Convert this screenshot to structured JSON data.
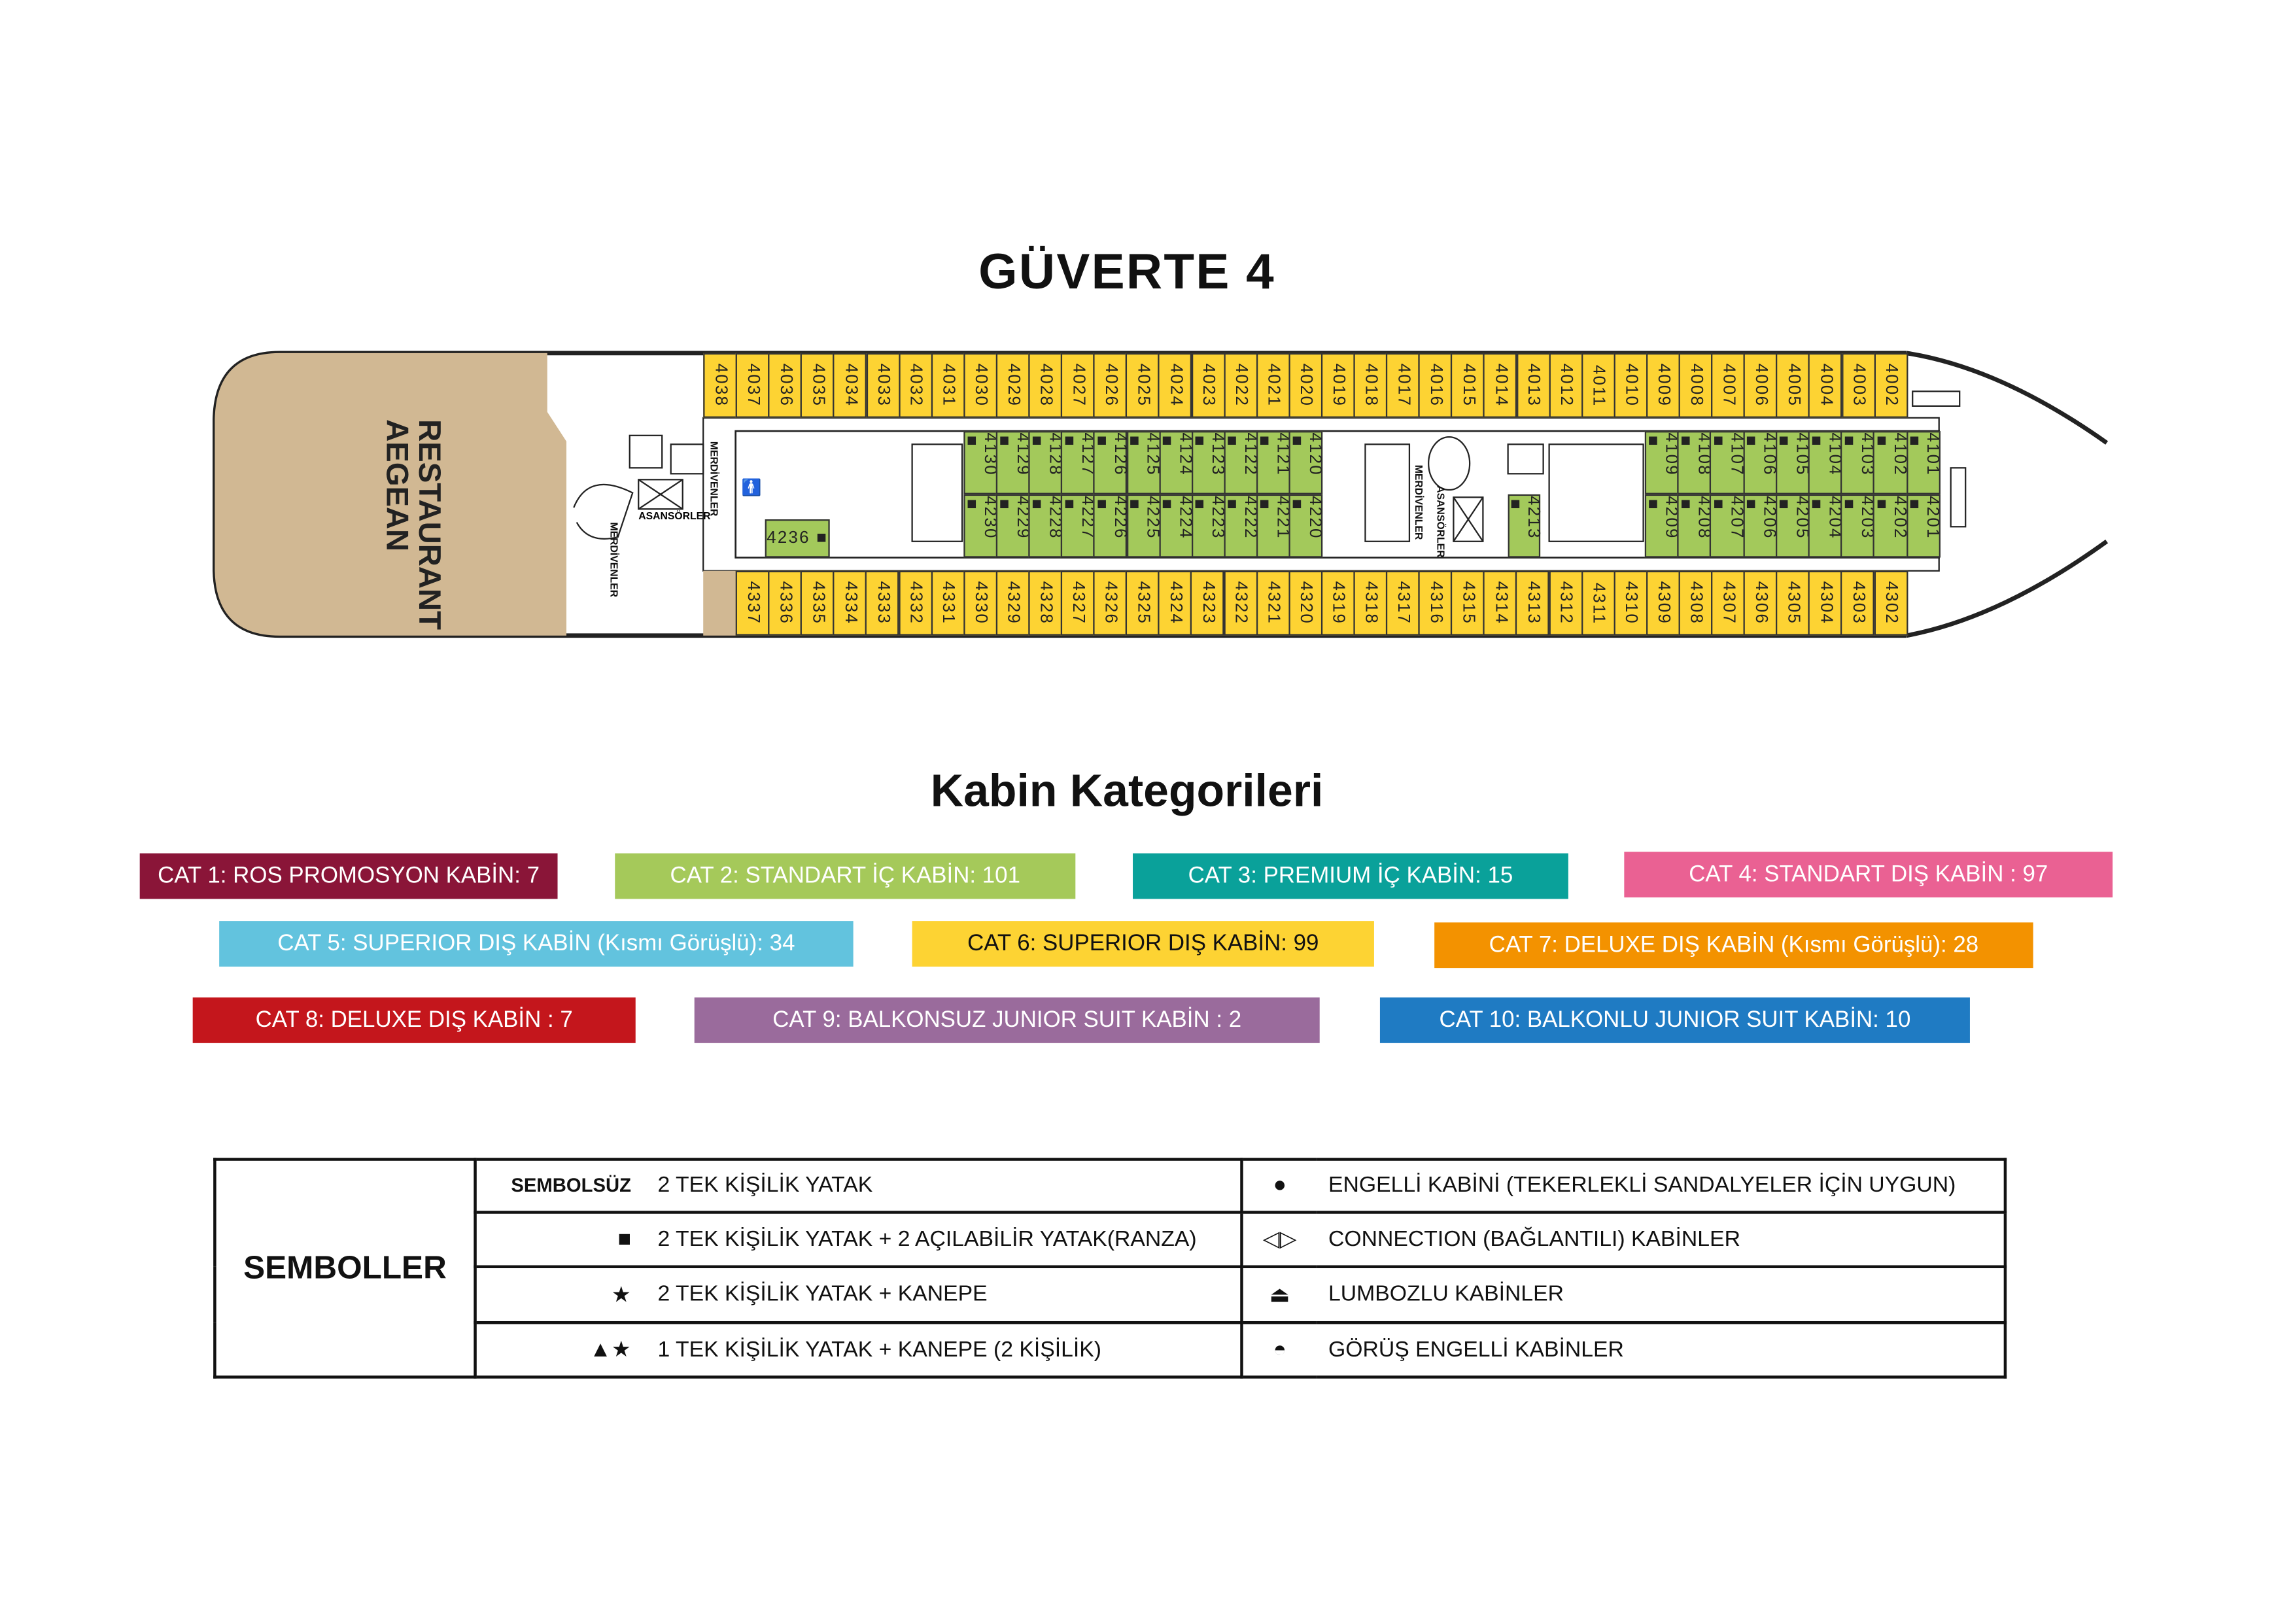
{
  "deck_title": "GÜVERTE 4",
  "restaurant": {
    "line1": "AEGEAN",
    "line2": "RESTAURANT"
  },
  "labels": {
    "stairs": "MERDİVENLER",
    "elevators": "ASANSÖRLER"
  },
  "cabins": {
    "top_row": [
      "4038",
      "4037",
      "4036",
      "4035",
      "4034",
      "4033",
      "4032",
      "4031",
      "4030",
      "4029",
      "4028",
      "4027",
      "4026",
      "4025",
      "4024",
      "4023",
      "4022",
      "4021",
      "4020",
      "4019",
      "4018",
      "4017",
      "4016",
      "4015",
      "4014",
      "4013",
      "4012",
      "4011",
      "4010",
      "4009",
      "4008",
      "4007",
      "4006",
      "4005",
      "4004",
      "4003",
      "4002"
    ],
    "bottom_row": [
      "4337",
      "4336",
      "4335",
      "4334",
      "4333",
      "4332",
      "4331",
      "4330",
      "4329",
      "4328",
      "4327",
      "4326",
      "4325",
      "4324",
      "4323",
      "4322",
      "4321",
      "4320",
      "4319",
      "4318",
      "4317",
      "4316",
      "4315",
      "4314",
      "4313",
      "4312",
      "4311",
      "4310",
      "4309",
      "4308",
      "4307",
      "4306",
      "4305",
      "4304",
      "4303",
      "4302"
    ],
    "mid_aft_top": [
      "4130 ■",
      "4129 ■",
      "4128 ■",
      "4127 ■",
      "4126 ■",
      "4125 ■",
      "4124 ■",
      "4123 ■",
      "4122 ■",
      "4121 ■",
      "4120 ■"
    ],
    "mid_aft_bottom": [
      "4230 ■",
      "4229 ■",
      "4228 ■",
      "4227 ■",
      "4226 ■",
      "4225 ■",
      "4224 ■",
      "4223 ■",
      "4222 ■",
      "4221 ■",
      "4220 ■"
    ],
    "mid_fwd_top": [
      "4109 ■",
      "4108 ■",
      "4107 ■",
      "4106 ■",
      "4105 ■",
      "4104 ■",
      "4103 ■",
      "4102 ■",
      "4101 ■"
    ],
    "mid_fwd_bottom": [
      "4209 ■",
      "4208 ■",
      "4207 ■",
      "4206 ■",
      "4205 ■",
      "4204 ■",
      "4203 ■",
      "4202 ■",
      "4201 ■"
    ],
    "single_4213": "4213 ■",
    "single_4236": "4236 ■"
  },
  "categories_title": "Kabin Kategorileri",
  "categories": [
    {
      "label": "CAT 1: ROS PROMOSYON KABİN: 7",
      "color": "#8a1538"
    },
    {
      "label": "CAT 2: STANDART İÇ KABİN: 101",
      "color": "#a5c95a"
    },
    {
      "label": "CAT 3: PREMIUM İÇ KABİN: 15",
      "color": "#0aa19a"
    },
    {
      "label": "CAT 4: STANDART DIŞ KABİN : 97",
      "color": "#ea6193"
    },
    {
      "label": "CAT 5: SUPERIOR DIŞ KABİN (Kısmı Görüşlü): 34",
      "color": "#62c3de"
    },
    {
      "label": "CAT 6: SUPERIOR DIŞ KABİN: 99",
      "color": "#fdd333"
    },
    {
      "label": "CAT 7: DELUXE DIŞ KABİN (Kısmı Görüşlü): 28",
      "color": "#f39200"
    },
    {
      "label": "CAT 8: DELUXE DIŞ KABİN : 7",
      "color": "#c4161c"
    },
    {
      "label": "CAT 9: BALKONSUZ JUNIOR SUIT KABİN : 2",
      "color": "#9a6b9c"
    },
    {
      "label": "CAT 10: BALKONLU JUNIOR SUIT KABİN: 10",
      "color": "#1f7bc3"
    }
  ],
  "symbols": {
    "title": "SEMBOLLER",
    "rows": [
      {
        "icon": "SEMBOLSÜZ",
        "text": "2 TEK KİŞİLİK YATAK",
        "icon2": "●",
        "text2": "ENGELLİ KABİNİ (TEKERLEKLİ SANDALYELER İÇİN UYGUN)"
      },
      {
        "icon": "■",
        "text": "2 TEK KİŞİLİK YATAK + 2 AÇILABİLİR YATAK(RANZA)",
        "icon2": "◁▷",
        "text2": "CONNECTION (BAĞLANTILI) KABİNLER"
      },
      {
        "icon": "★",
        "text": "2 TEK KİŞİLİK YATAK + KANEPE",
        "icon2": "⏏",
        "text2": "LUMBOZLU KABİNLER"
      },
      {
        "icon": "▲★",
        "text": "1 TEK KİŞİLİK YATAK + KANEPE (2 KİŞİLİK)",
        "icon2": "◓",
        "text2": "GÖRÜŞ ENGELLİ KABİNLER"
      }
    ]
  }
}
